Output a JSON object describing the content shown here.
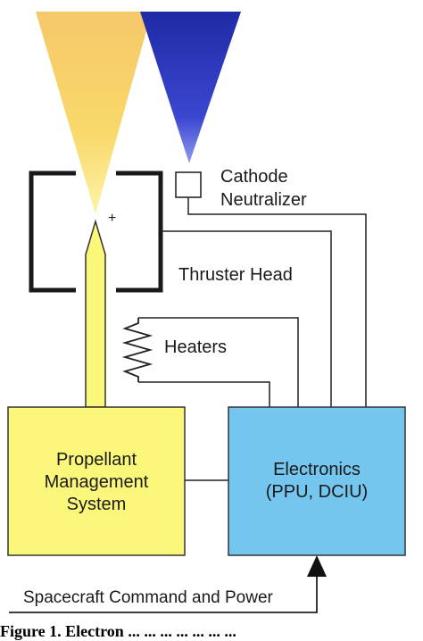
{
  "labels": {
    "cathode_line1": "Cathode",
    "cathode_line2": "Neutralizer",
    "thruster_head": "Thruster Head",
    "heaters": "Heaters",
    "plus_sign": "+",
    "pms_line1": "Propellant",
    "pms_line2": "Management",
    "pms_line3": "System",
    "electronics_line1": "Electronics",
    "electronics_line2": "(PPU, DCIU)",
    "spacecraft": "Spacecraft Command and Power"
  },
  "caption": "Figure 1. Electron ... ... ... ... ... ... ...",
  "colors": {
    "ion_beam": "#f7cf5a",
    "electron_beam": "#2c33b8",
    "propellant_box": "#fbf77a",
    "electronics_box": "#74c6ef",
    "propellant_feed": "#fbf77a",
    "lines": "#222222"
  }
}
